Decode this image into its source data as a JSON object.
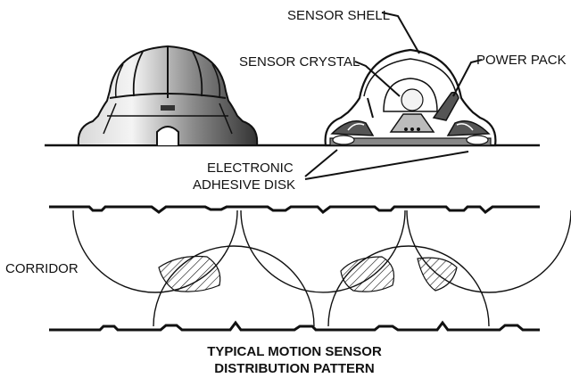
{
  "labels": {
    "sensor_shell": "SENSOR SHELL",
    "sensor_crystal": "SENSOR CRYSTAL",
    "power_pack": "POWER PACK",
    "electronic": "ELECTRONIC",
    "adhesive_disk": "ADHESIVE DISK",
    "corridor": "CORRIDOR"
  },
  "caption": {
    "line1": "TYPICAL MOTION SENSOR",
    "line2": "DISTRIBUTION PATTERN"
  },
  "colors": {
    "ink": "#111111",
    "background": "#ffffff",
    "shading": "#555555"
  }
}
